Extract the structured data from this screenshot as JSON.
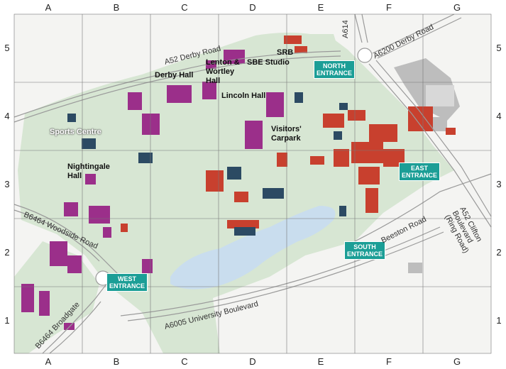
{
  "grid": {
    "columns": [
      "A",
      "B",
      "C",
      "D",
      "E",
      "F",
      "G"
    ],
    "rows": [
      "5",
      "4",
      "3",
      "2",
      "1"
    ]
  },
  "buildings": {
    "derby_hall": "Derby Hall",
    "lenton_wortley_hall": "Lenton &\nWortley\nHall",
    "sbe_studio": "SBE Studio",
    "srb": "SRB",
    "lincoln_hall": "Lincoln Hall",
    "visitors_carpark": "Visitors'\nCarpark",
    "sports_centre": "Sports Centre",
    "nightingale_hall": "Nightingale\nHall"
  },
  "entrances": {
    "north": "NORTH\nENTRANCE",
    "east": "EAST\nENTRANCE",
    "south": "SOUTH\nENTRANCE",
    "west": "WEST\nENTRANCE"
  },
  "roads": {
    "a52_derby_road": "A52 Derby Road",
    "a6200_derby_road": "A6200 Derby Road",
    "a614": "A614",
    "b6464_woodside_road": "B6464 Woodside Road",
    "b6464_broadgate": "B6464 Broadgate",
    "a6005_university_boulevard": "A6005 University Boulevard",
    "beeston_road": "Beeston Road",
    "a52_clifton_boulevard": "A52 Clifton\nBoulevard\n(Ring Road)"
  },
  "colors": {
    "campus_green": "#d7e6d3",
    "purple_halls": "#9b2f8a",
    "red_buildings": "#c8402e",
    "navy_buildings": "#2c4a63",
    "grey_buildings": "#b8b8b8",
    "lake_blue": "#c9ddee",
    "entrance_teal": "#1b9e96"
  }
}
